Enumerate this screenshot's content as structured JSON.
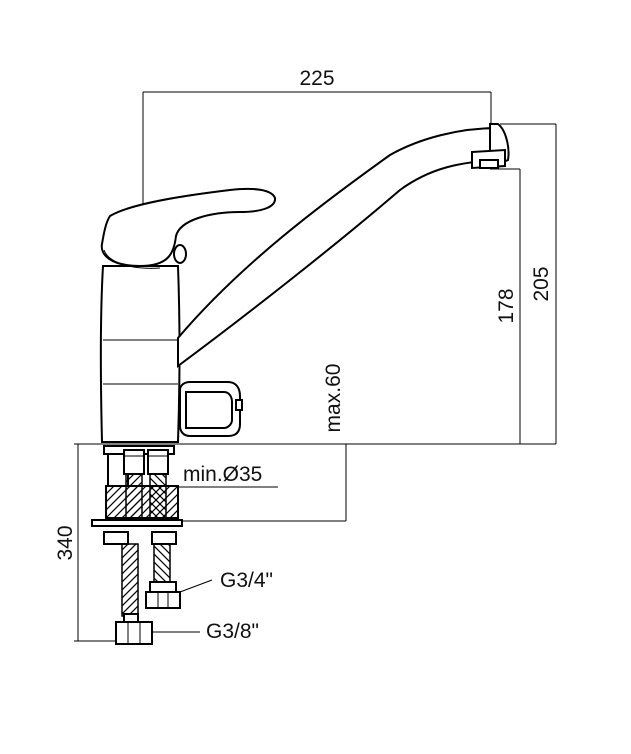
{
  "dimensions": {
    "spout_reach": "225",
    "total_height": "205",
    "outlet_height": "178",
    "max_deck_thickness": "max.60",
    "min_hole_diameter": "min.Ø35",
    "hose_length": "340"
  },
  "connections": {
    "upper": "G3/4\"",
    "lower": "G3/8\""
  }
}
